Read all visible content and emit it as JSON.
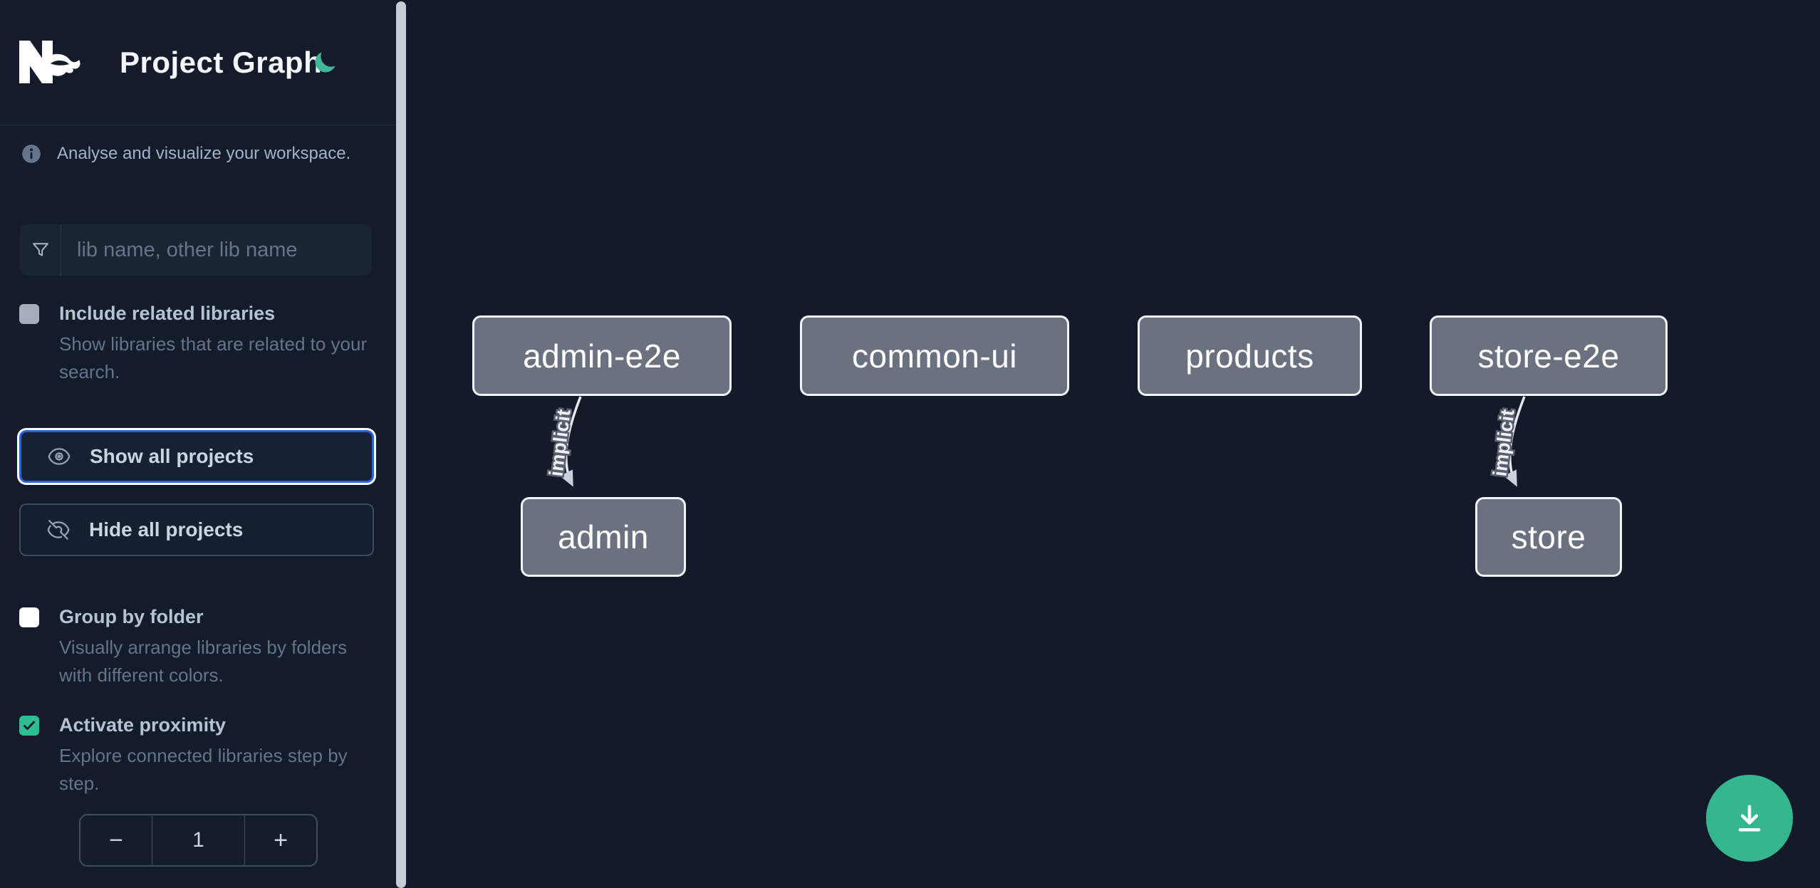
{
  "app": {
    "title": "Project Graph",
    "logo": "nx-logo",
    "theme_toggle": "moon-icon"
  },
  "sidebar": {
    "tagline": "Analyse and visualize your workspace.",
    "search": {
      "placeholder": "lib name, other lib name",
      "icon": "funnel-icon"
    },
    "checkboxes": [
      {
        "label": "Include related libraries",
        "description": "Show libraries that are related to your search.",
        "checked": false
      },
      {
        "label": "Group by folder",
        "description": "Visually arrange libraries by folders with different colors.",
        "checked": false
      },
      {
        "label": "Activate proximity",
        "description": "Explore connected libraries step by step.",
        "checked": true
      }
    ],
    "buttons": [
      {
        "label": "Show all projects",
        "icon": "eye-icon",
        "focused": true
      },
      {
        "label": "Hide all projects",
        "icon": "eye-slash-icon",
        "focused": false
      }
    ],
    "stepper": {
      "decrement_label": "−",
      "value": "1",
      "increment_label": "+"
    }
  },
  "graph": {
    "nodes": [
      {
        "label": "admin-e2e"
      },
      {
        "label": "common-ui"
      },
      {
        "label": "products"
      },
      {
        "label": "store-e2e"
      },
      {
        "label": "admin"
      },
      {
        "label": "store"
      }
    ],
    "edges": [
      {
        "from": "admin-e2e",
        "to": "admin",
        "label": "implicit"
      },
      {
        "from": "store-e2e",
        "to": "store",
        "label": "implicit"
      }
    ]
  },
  "fab": {
    "icon": "download-icon"
  },
  "colors": {
    "background": "#131a29",
    "accent_blue": "#2563eb",
    "teal_moon": "#42b699",
    "teal_checkbox": "#2ebd90",
    "teal_fab": "#34b78f",
    "node_fill": "#6a7280",
    "node_border": "#f1f5f9",
    "muted_text": "#64748b",
    "label_text": "#b6c2d4"
  }
}
